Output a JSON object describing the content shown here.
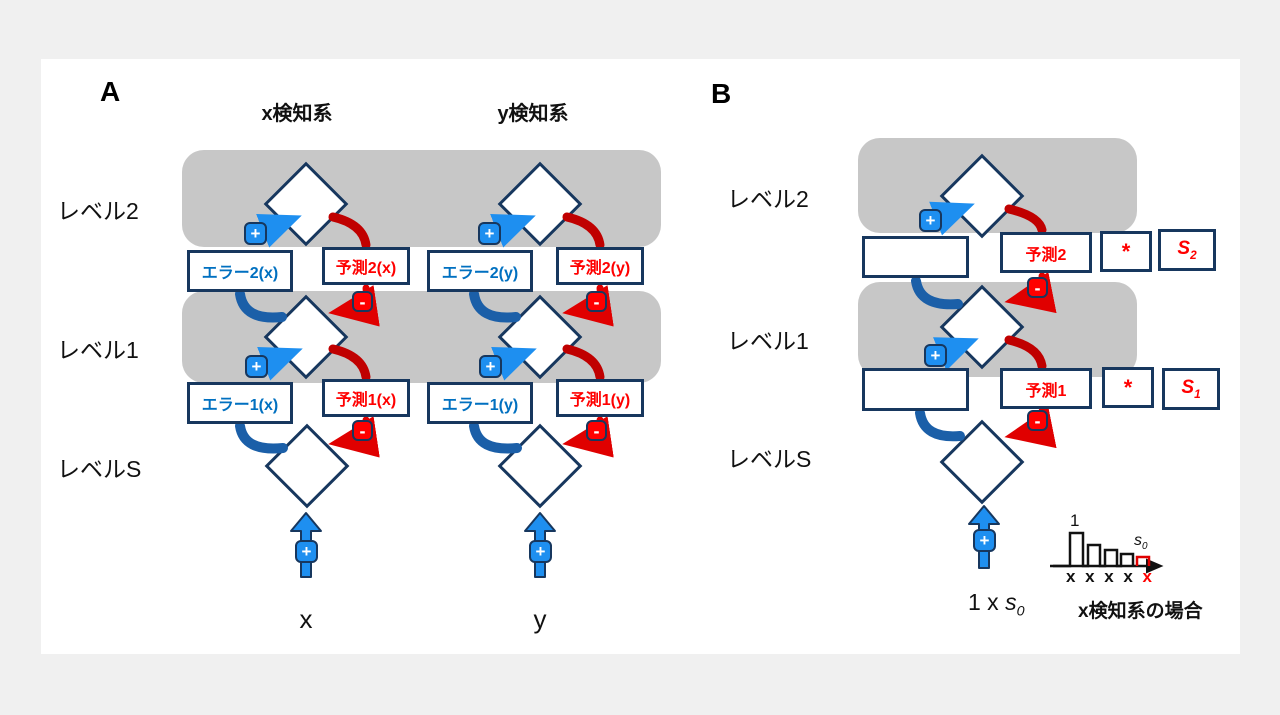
{
  "figure": {
    "panel_a": {
      "label": "A",
      "headers": {
        "x_system": "x検知系",
        "y_system": "y検知系"
      },
      "levels": {
        "level2": "レベル2",
        "level1": "レベル1",
        "levelS": "レベルS"
      },
      "boxes": {
        "error2x": "エラー2(x)",
        "pred2x": "予測2(x)",
        "error1x": "エラー1(x)",
        "pred1x": "予測1(x)",
        "error2y": "エラー2(y)",
        "pred2y": "予測2(y)",
        "error1y": "エラー1(y)",
        "pred1y": "予測1(y)"
      },
      "inputs": {
        "x": "x",
        "y": "y"
      }
    },
    "panel_b": {
      "label": "B",
      "levels": {
        "level2": "レベル2",
        "level1": "レベル1",
        "levelS": "レベルS"
      },
      "boxes": {
        "pred2": "予測2",
        "star2": "*",
        "s2": {
          "base": "S",
          "sub": "2"
        },
        "pred1": "予測1",
        "star1": "*",
        "s1": {
          "base": "S",
          "sub": "1"
        }
      },
      "input_label": {
        "prefix": "1 x ",
        "base": "s",
        "sub": "0"
      },
      "inset_chart": {
        "peak_label": "1",
        "s0": {
          "base": "s",
          "sub": "0"
        },
        "x_labels": [
          "x",
          "x",
          "x",
          "x",
          "x"
        ],
        "caption": "x検知系の場合",
        "pulse_relative_heights": [
          1.0,
          0.62,
          0.48,
          0.36,
          0.27
        ]
      }
    },
    "badges": {
      "plus": "+",
      "minus": "-"
    },
    "colors": {
      "band_gray": "#c7c7c7",
      "outline_navy": "#17375e",
      "error_text_blue": "#0070c0",
      "prediction_text_red": "#ff0000",
      "arrow_blue_bright": "#1e8ff0",
      "arrow_blue_dark": "#1b5fa8",
      "arrow_red_dark": "#c00000",
      "badge_red": "#ff0000"
    }
  }
}
